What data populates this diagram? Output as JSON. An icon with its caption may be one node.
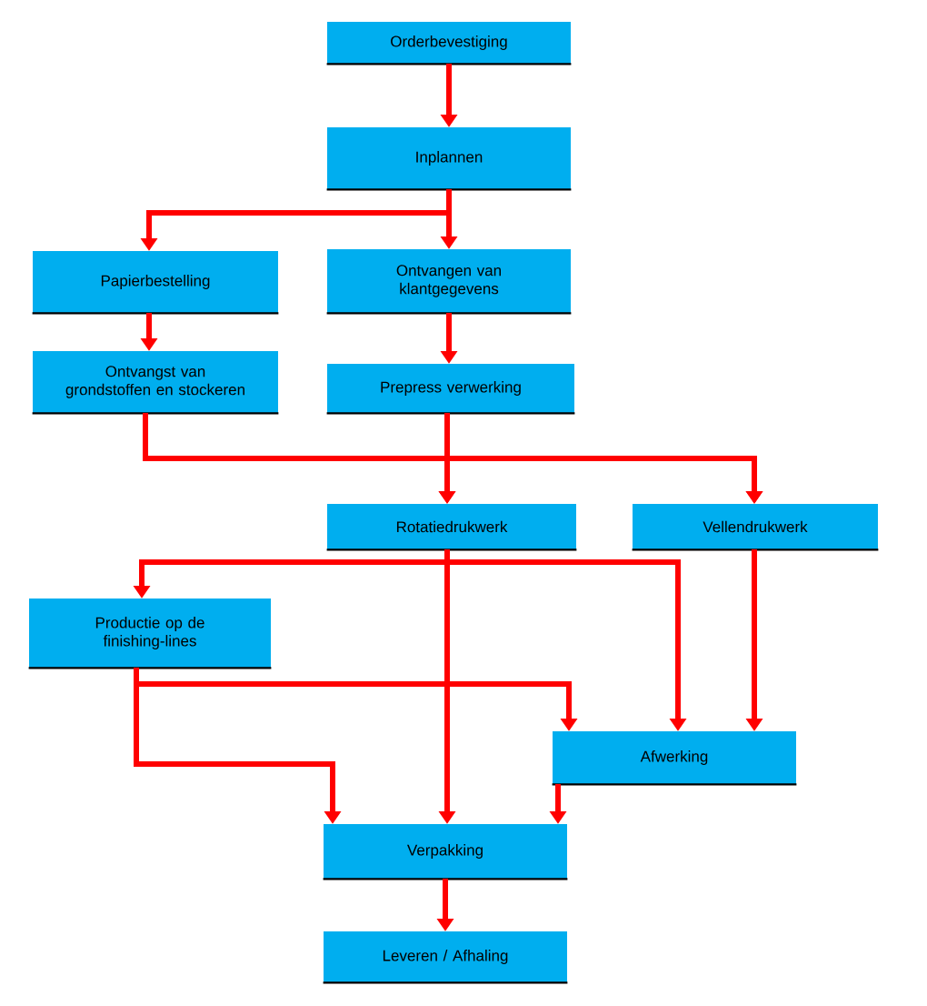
{
  "diagram": {
    "nodes": [
      {
        "text": [
          "Orderbevestiging"
        ]
      },
      {
        "text": [
          "Inplannen"
        ]
      },
      {
        "text": [
          "Papierbestelling"
        ]
      },
      {
        "text": [
          "Ontvangen van klantgegevens"
        ]
      },
      {
        "text": [
          "Ontvangst van grondstoffen en stockeren"
        ]
      },
      {
        "text": [
          "Prepress verwerking"
        ]
      },
      {
        "text": [
          "Rotatiedrukwerk"
        ]
      },
      {
        "text": [
          "Vellendrukwerk"
        ]
      },
      {
        "text": [
          "Productie op de finishing-lines"
        ]
      },
      {
        "text": [
          "Afwerking"
        ]
      },
      {
        "text": [
          "Verpakking"
        ]
      },
      {
        "text": [
          "Leveren / Afhaling"
        ]
      }
    ],
    "edges": [
      {
        "from": 0,
        "to": 1,
        "arrow": "to"
      },
      {
        "from": 1,
        "to": 2,
        "arrow": "to"
      },
      {
        "from": 1,
        "to": 3,
        "arrow": "to"
      },
      {
        "from": 2,
        "to": 4,
        "arrow": "to"
      },
      {
        "from": 3,
        "to": 5,
        "arrow": "to"
      },
      {
        "from": 4,
        "to": 6,
        "arrow": "to"
      },
      {
        "from": 4,
        "to": 7,
        "arrow": "to"
      },
      {
        "from": 5,
        "to": 6,
        "arrow": "to"
      },
      {
        "from": 5,
        "to": 7,
        "arrow": "to"
      },
      {
        "from": 6,
        "to": 8,
        "arrow": "to"
      },
      {
        "from": 6,
        "to": 9,
        "arrow": "to"
      },
      {
        "from": 6,
        "to": 10,
        "arrow": "to"
      },
      {
        "from": 7,
        "to": 9,
        "arrow": "to"
      },
      {
        "from": 8,
        "to": 10,
        "arrow": "to"
      },
      {
        "from": 8,
        "to": 9,
        "arrow": "to"
      },
      {
        "from": 9,
        "to": 10,
        "arrow": "to"
      },
      {
        "from": 10,
        "to": 11,
        "arrow": "to"
      }
    ]
  }
}
